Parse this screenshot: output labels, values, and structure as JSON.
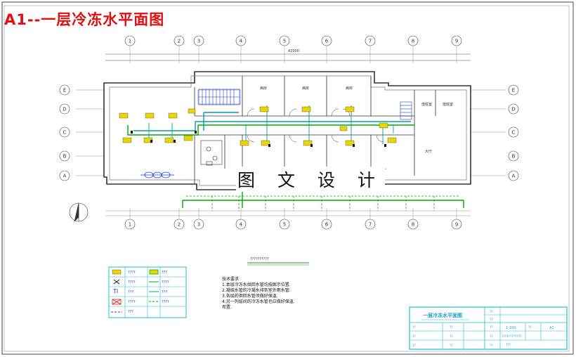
{
  "title": "A1--一层冷冻水平面图",
  "watermark": "图 文 设 计",
  "axes": {
    "columns": [
      "1",
      "2",
      "3",
      "4",
      "5",
      "6",
      "7",
      "8",
      "9"
    ],
    "rows": [
      "E",
      "D",
      "C",
      "B",
      "A"
    ],
    "overall_dimension": "42000"
  },
  "rooms": {
    "ward": "病房",
    "duty": "值班室",
    "hall": "大厅"
  },
  "legend_heading": "??????????",
  "legend_items": [
    "????",
    "????",
    "???",
    "????",
    "???",
    "???",
    "????",
    "???",
    "????"
  ],
  "notes": {
    "heading": "技术要求",
    "lines": [
      "1.本层冷冻水供回水管均按图示位置.",
      "2.凝结水管的冷凝水排到室外雨水管.",
      "3.各层的供回水管须做好保温.",
      "4.另一列层间的冷冻水管也应做好保温.",
      "   布置."
    ]
  },
  "title_block": {
    "drawing_name": "一层冷冻水平面图",
    "scale": "1:100",
    "sheet": "A1",
    "cells": [
      "??",
      "??",
      "??",
      "??",
      "??",
      "??",
      "??",
      "??",
      "??",
      "??",
      "??",
      "??"
    ],
    "code": "????????????",
    "sub": "???"
  },
  "colors": {
    "title": "#e01010",
    "pipe_supply": "#00aa00",
    "pipe_return": "#00a0a0",
    "fan_coil": "#e8d800",
    "walls": "#333333",
    "frame_cyan": "#20c0d0"
  }
}
